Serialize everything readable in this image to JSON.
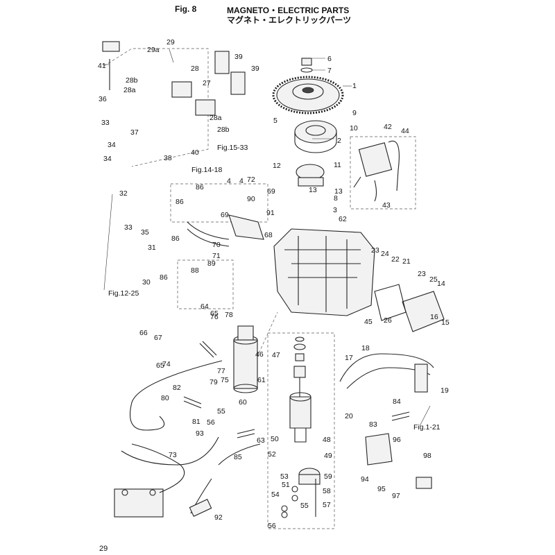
{
  "header": {
    "fig_label": "Fig. 8",
    "title_en": "MAGNETO・ELECTRIC PARTS",
    "title_jp": "マグネト・エレクトリックパーツ"
  },
  "page_number": "29",
  "callouts": [
    {
      "id": "c1",
      "text": "1"
    },
    {
      "id": "c2",
      "text": "2"
    },
    {
      "id": "c3",
      "text": "3"
    },
    {
      "id": "c4a",
      "text": "4"
    },
    {
      "id": "c4b",
      "text": "4"
    },
    {
      "id": "c5",
      "text": "5"
    },
    {
      "id": "c6",
      "text": "6"
    },
    {
      "id": "c7",
      "text": "7"
    },
    {
      "id": "c8",
      "text": "8"
    },
    {
      "id": "c9",
      "text": "9"
    },
    {
      "id": "c10",
      "text": "10"
    },
    {
      "id": "c11",
      "text": "11"
    },
    {
      "id": "c12",
      "text": "12"
    },
    {
      "id": "c13a",
      "text": "13"
    },
    {
      "id": "c13b",
      "text": "13"
    },
    {
      "id": "c14",
      "text": "14"
    },
    {
      "id": "c15",
      "text": "15"
    },
    {
      "id": "c16",
      "text": "16"
    },
    {
      "id": "c17",
      "text": "17"
    },
    {
      "id": "c18",
      "text": "18"
    },
    {
      "id": "c19",
      "text": "19"
    },
    {
      "id": "c20",
      "text": "20"
    },
    {
      "id": "c21",
      "text": "21"
    },
    {
      "id": "c22",
      "text": "22"
    },
    {
      "id": "c23a",
      "text": "23"
    },
    {
      "id": "c23b",
      "text": "23"
    },
    {
      "id": "c24",
      "text": "24"
    },
    {
      "id": "c25",
      "text": "25"
    },
    {
      "id": "c26",
      "text": "26"
    },
    {
      "id": "c27",
      "text": "27"
    },
    {
      "id": "c28",
      "text": "28"
    },
    {
      "id": "c28a1",
      "text": "28a"
    },
    {
      "id": "c28a2",
      "text": "28a"
    },
    {
      "id": "c28b1",
      "text": "28b"
    },
    {
      "id": "c28b2",
      "text": "28b"
    },
    {
      "id": "c29",
      "text": "29"
    },
    {
      "id": "c29a",
      "text": "29a"
    },
    {
      "id": "c30",
      "text": "30"
    },
    {
      "id": "c31",
      "text": "31"
    },
    {
      "id": "c32",
      "text": "32"
    },
    {
      "id": "c33a",
      "text": "33"
    },
    {
      "id": "c33b",
      "text": "33"
    },
    {
      "id": "c34a",
      "text": "34"
    },
    {
      "id": "c34b",
      "text": "34"
    },
    {
      "id": "c35",
      "text": "35"
    },
    {
      "id": "c36",
      "text": "36"
    },
    {
      "id": "c37",
      "text": "37"
    },
    {
      "id": "c38",
      "text": "38"
    },
    {
      "id": "c39a",
      "text": "39"
    },
    {
      "id": "c39b",
      "text": "39"
    },
    {
      "id": "c40",
      "text": "40"
    },
    {
      "id": "c41",
      "text": "41"
    },
    {
      "id": "c42",
      "text": "42"
    },
    {
      "id": "c43",
      "text": "43"
    },
    {
      "id": "c44",
      "text": "44"
    },
    {
      "id": "c45",
      "text": "45"
    },
    {
      "id": "c46",
      "text": "46"
    },
    {
      "id": "c47",
      "text": "47"
    },
    {
      "id": "c48",
      "text": "48"
    },
    {
      "id": "c49",
      "text": "49"
    },
    {
      "id": "c50",
      "text": "50"
    },
    {
      "id": "c51",
      "text": "51"
    },
    {
      "id": "c52",
      "text": "52"
    },
    {
      "id": "c53",
      "text": "53"
    },
    {
      "id": "c54",
      "text": "54"
    },
    {
      "id": "c55a",
      "text": "55"
    },
    {
      "id": "c55b",
      "text": "55"
    },
    {
      "id": "c56a",
      "text": "56"
    },
    {
      "id": "c56b",
      "text": "56"
    },
    {
      "id": "c57",
      "text": "57"
    },
    {
      "id": "c58",
      "text": "58"
    },
    {
      "id": "c59",
      "text": "59"
    },
    {
      "id": "c60",
      "text": "60"
    },
    {
      "id": "c61",
      "text": "61"
    },
    {
      "id": "c62",
      "text": "62"
    },
    {
      "id": "c63",
      "text": "63"
    },
    {
      "id": "c64",
      "text": "64"
    },
    {
      "id": "c65a",
      "text": "65"
    },
    {
      "id": "c65b",
      "text": "65"
    },
    {
      "id": "c66",
      "text": "66"
    },
    {
      "id": "c67",
      "text": "67"
    },
    {
      "id": "c68",
      "text": "68"
    },
    {
      "id": "c69a",
      "text": "69"
    },
    {
      "id": "c69b",
      "text": "69"
    },
    {
      "id": "c70",
      "text": "70"
    },
    {
      "id": "c71",
      "text": "71"
    },
    {
      "id": "c72",
      "text": "72"
    },
    {
      "id": "c73",
      "text": "73"
    },
    {
      "id": "c74",
      "text": "74"
    },
    {
      "id": "c75",
      "text": "75"
    },
    {
      "id": "c76",
      "text": "76"
    },
    {
      "id": "c77",
      "text": "77"
    },
    {
      "id": "c78",
      "text": "78"
    },
    {
      "id": "c79",
      "text": "79"
    },
    {
      "id": "c80",
      "text": "80"
    },
    {
      "id": "c81",
      "text": "81"
    },
    {
      "id": "c82",
      "text": "82"
    },
    {
      "id": "c83",
      "text": "83"
    },
    {
      "id": "c84",
      "text": "84"
    },
    {
      "id": "c85",
      "text": "85"
    },
    {
      "id": "c86a",
      "text": "86"
    },
    {
      "id": "c86b",
      "text": "86"
    },
    {
      "id": "c86c",
      "text": "86"
    },
    {
      "id": "c86d",
      "text": "86"
    },
    {
      "id": "c88",
      "text": "88"
    },
    {
      "id": "c89",
      "text": "89"
    },
    {
      "id": "c90",
      "text": "90"
    },
    {
      "id": "c91",
      "text": "91"
    },
    {
      "id": "c92",
      "text": "92"
    },
    {
      "id": "c93",
      "text": "93"
    },
    {
      "id": "c94",
      "text": "94"
    },
    {
      "id": "c95",
      "text": "95"
    },
    {
      "id": "c96",
      "text": "96"
    },
    {
      "id": "c97",
      "text": "97"
    },
    {
      "id": "c98",
      "text": "98"
    }
  ],
  "figure_refs": [
    {
      "id": "r1",
      "text": "Fig.15-33"
    },
    {
      "id": "r2",
      "text": "Fig.14-18"
    },
    {
      "id": "r3",
      "text": "Fig.12-25"
    },
    {
      "id": "r4",
      "text": "Fig.1-21"
    }
  ]
}
